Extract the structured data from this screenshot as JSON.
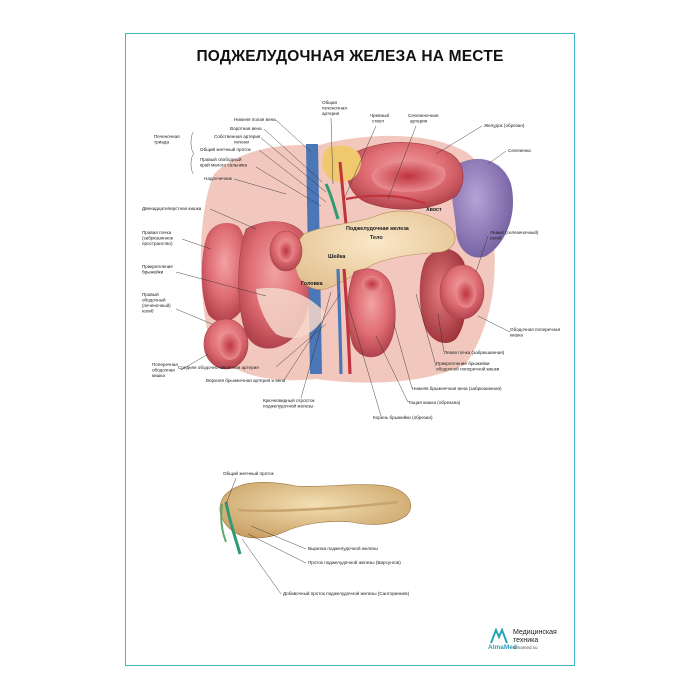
{
  "poster": {
    "title": "ПОДЖЕЛУДОЧНАЯ ЖЕЛЕЗА НА МЕСТЕ",
    "accent_color": "#3fb5c8"
  },
  "main_labels": {
    "group_bracket": "Печеночная\nтриада",
    "inferior_vena_cava": "Нижняя полая вена",
    "portal_vein": "Воротная вена",
    "proper_hepatic_artery": "Собственная артерия\nпечени",
    "common_bile_duct": "Общий желчный проток",
    "free_edge_omentum": "Правый свободный\nкрай малого сальника",
    "pylorus": "Надпочечник",
    "common_hepatic_artery": "Общая\nпеченочная\nартерия",
    "celiac_trunk": "Чревный\nствол",
    "splenic_artery": "Селезеночная\nартерия",
    "stomach": "Желудок (обрезан)",
    "spleen": "Селезенка",
    "duodenum": "Двенадцатиперстная кишка",
    "right_kidney": "Правая почка\n(забрюшинное\nпространство)",
    "mesentery_attachment": "Прикрепление\nбрыжейки",
    "right_colic_flexure": "Правый\nободочный\n(печеночный)\nизгиб",
    "transverse_colon": "Поперечная\nободочная\nкишка",
    "left_colic_flexure": "Левый (селезеночный)\nизгиб",
    "left_transverse_colon": "Ободочная поперечная\nкишка",
    "left_kidney": "Левая почка (забрюшинная)",
    "transverse_mesocolon": "Прикрепление брыжейки\nободочной поперечной кишки",
    "inferior_mesenteric_vein": "Нижняя брыжеечная вена (забрюшинная)",
    "jejunum": "Тощая кишка (обрезана)",
    "mesentery_root": "Корень брыжейки (обрезан)",
    "uncinate_process": "Крючковидный отросток\nподжелудочной железы",
    "superior_mesenteric": "Верхняя брыжеечная артерия и вена",
    "middle_colic_artery": "Средняя ободочно-кишечная артерия"
  },
  "organ_labels": {
    "pancreas": "Поджелудочная железа",
    "tail": "Хвост",
    "body": "Тело",
    "neck": "Шейка",
    "head": "Головка"
  },
  "inset_labels": {
    "common_bile_duct": "Общий желчный проток",
    "pancreatic_notch": "Вырезка поджелудочной железы",
    "main_duct": "Проток поджелудочной железы (Вирсунгов)",
    "accessory_duct": "Добавочный проток поджелудочной железы (Санториниев)"
  },
  "logo": {
    "brand": "AlmaMed",
    "line1": "Медицинская",
    "line2": "техника",
    "site": "almamed.su"
  }
}
